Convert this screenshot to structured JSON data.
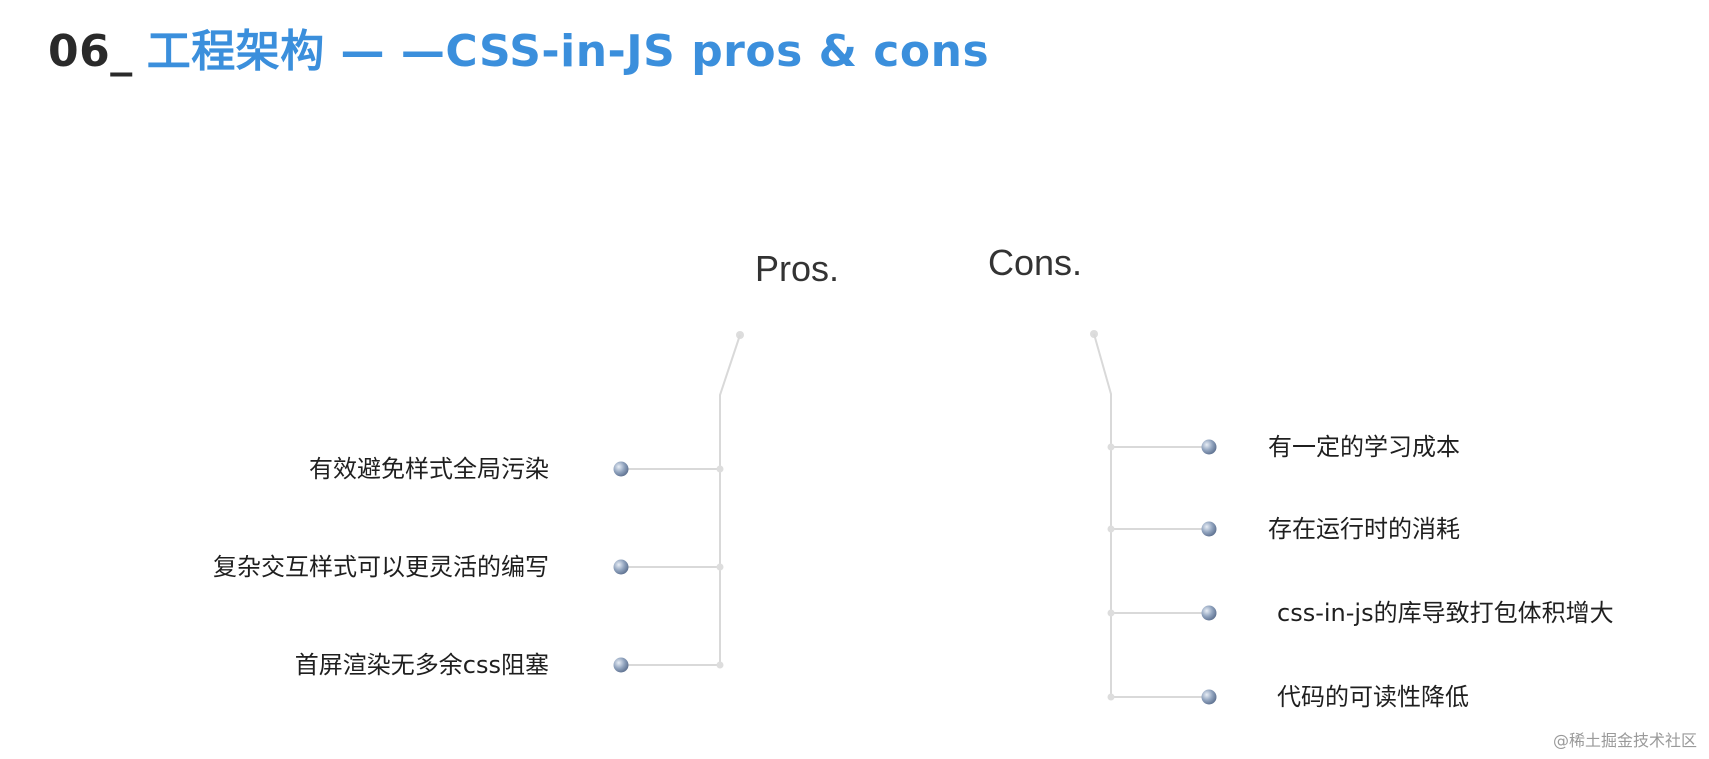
{
  "title": {
    "number": "06",
    "separator": "_",
    "text": "工程架构 — —CSS-in-JS pros & cons"
  },
  "pros": {
    "heading": "Pros.",
    "items": [
      "有效避免样式全局污染",
      "复杂交互样式可以更灵活的编写",
      "首屏渲染无多余css阻塞"
    ]
  },
  "cons": {
    "heading": "Cons.",
    "items": [
      "有一定的学习成本",
      "存在运行时的消耗",
      "css-in-js的库导致打包体积增大",
      "代码的可读性降低"
    ]
  },
  "watermark": "@稀土掘金技术社区",
  "colors": {
    "title_accent": "#3b8fdc",
    "title_dark": "#2a2a2a",
    "connector_line": "#d6d6d6",
    "bullet": "#8496b0",
    "underline": "#4a78b0"
  }
}
